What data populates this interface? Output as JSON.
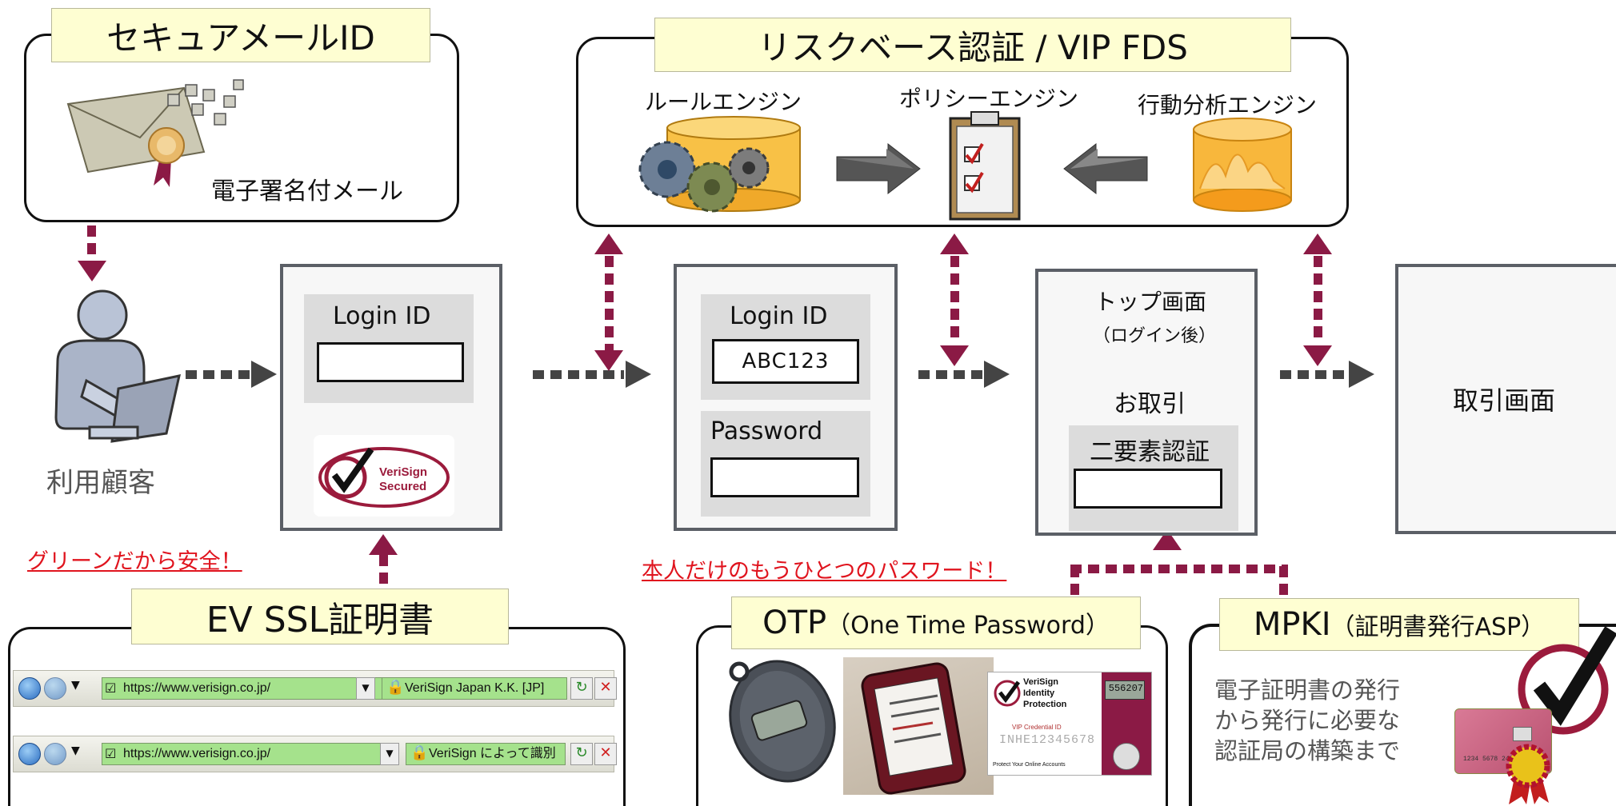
{
  "secure_mail": {
    "title": "セキュアメールID",
    "caption": "電子署名付メール"
  },
  "risk_auth": {
    "title": "リスクベース認証 / VIP FDS",
    "rule_engine": "ルールエンジン",
    "policy_engine": "ポリシーエンジン",
    "behavior_engine": "行動分析エンジン"
  },
  "customer": {
    "label": "利用顧客"
  },
  "login_screen_1": {
    "login_label": "Login ID",
    "badge_line1": "VeriSign",
    "badge_line2": "Secured"
  },
  "login_screen_2": {
    "login_label": "Login ID",
    "login_value": "ABC123",
    "password_label": "Password"
  },
  "top_screen": {
    "title": "トップ画面",
    "subtitle": "（ログイン後）",
    "deal_label": "お取引",
    "two_factor_label": "二要素認証"
  },
  "trade_screen": {
    "label": "取引画面"
  },
  "notes": {
    "green_safe": "グリーンだから安全！",
    "own_password": "本人だけのもうひとつのパスワード！"
  },
  "ev_ssl": {
    "title": "EV SSL証明書",
    "bar1": {
      "url": "https://www.verisign.co.jp/",
      "identity": "VeriSign Japan K.K. [JP]"
    },
    "bar2": {
      "url": "https://www.verisign.co.jp/",
      "identity": "VeriSign によって識別"
    }
  },
  "otp": {
    "title_main": "OTP",
    "title_sub": "（One Time Password）",
    "card_brand": "VeriSign",
    "card_line1": "Identity",
    "card_line2": "Protection",
    "card_id_label": "VIP Credential ID",
    "card_id": "INHE12345678",
    "card_footer": "Protect Your Online Accounts",
    "card_display": "556207"
  },
  "mpki": {
    "title_main": "MPKI",
    "title_sub": "（証明書発行ASP）",
    "desc_line1": "電子証明書の発行",
    "desc_line2": "から発行に必要な",
    "desc_line3": "認証局の構築まで",
    "card_number": "1234 5678 2468"
  }
}
